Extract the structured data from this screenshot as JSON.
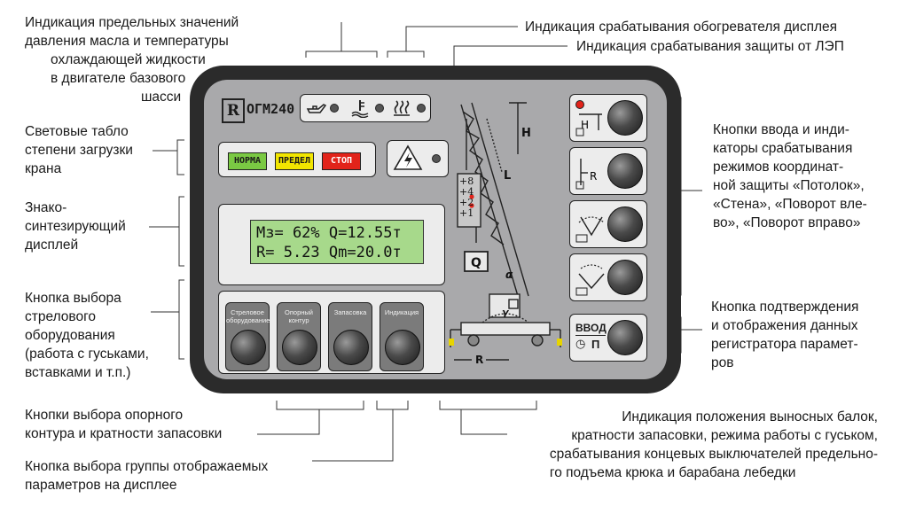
{
  "annotations": {
    "oil_temp": [
      "Индикация предельных значений",
      "давления масла и температуры",
      "охлаждающей жидкости",
      "в двигателе базового",
      "шасси"
    ],
    "heater": "Индикация срабатывания обогревателя дисплея",
    "lep": "Индикация срабатывания защиты от ЛЭП",
    "load_tablo": [
      "Световые табло",
      "степени загрузки",
      "крана"
    ],
    "display": [
      "Знако-",
      "синтезирующий",
      "дисплей"
    ],
    "boom_select": [
      "Кнопка выбора",
      "стрелового",
      "оборудования",
      "(работа с гуськами,",
      "вставками и т.п.)"
    ],
    "support_select": [
      "Кнопки выбора опорного",
      "контура и кратности запасовки"
    ],
    "param_select": [
      "Кнопка выбора группы отображаемых",
      "параметров на дисплее"
    ],
    "coord_buttons": [
      "Кнопки ввода и инди-",
      "каторы срабатывания",
      "режимов координат-",
      "ной защиты «Потолок»,",
      "«Стена», «Поворот вле-",
      "во», «Поворот вправо»"
    ],
    "confirm_button": [
      "Кнопка подтверждения",
      "и отображения данных",
      "регистратора парамет-",
      "ров"
    ],
    "position_ind": [
      "Индикация положения выносных балок,",
      "кратности запасовки, режима работы с гуськом,",
      "срабатывания концевых выключателей предельно-",
      "го подъема крюка и барабана лебедки"
    ]
  },
  "panel": {
    "model": "ОГМ240",
    "logo": "R",
    "tablo": {
      "norm": "НОРМА",
      "limit": "ПРЕДЕЛ",
      "stop": "СТОП"
    },
    "colors": {
      "norm": "#7ac943",
      "limit": "#f2e600",
      "stop": "#e2231a",
      "lcd": "#a7d98b"
    },
    "lcd_line1": "Мз= 62% Q=12.55т",
    "lcd_line2": "R= 5.23 Qm=20.0т",
    "buttons": [
      "Стреловое оборудование",
      "Опорный контур",
      "Запасовка",
      "Индикация"
    ],
    "right_labels": {
      "b1": "Н",
      "b2": "R",
      "enter_top": "ВВОД",
      "enter_bottom": "П"
    },
    "diagram_labels": {
      "H": "Н",
      "L": "L",
      "Q": "Q",
      "alpha": "α",
      "gamma": "γ",
      "R": "R"
    },
    "scale": [
      "+8",
      "+4",
      "+2",
      "+1"
    ],
    "icons": [
      "oil-can-icon",
      "coolant-temp-icon",
      "heater-icon",
      "power-line-icon"
    ]
  }
}
